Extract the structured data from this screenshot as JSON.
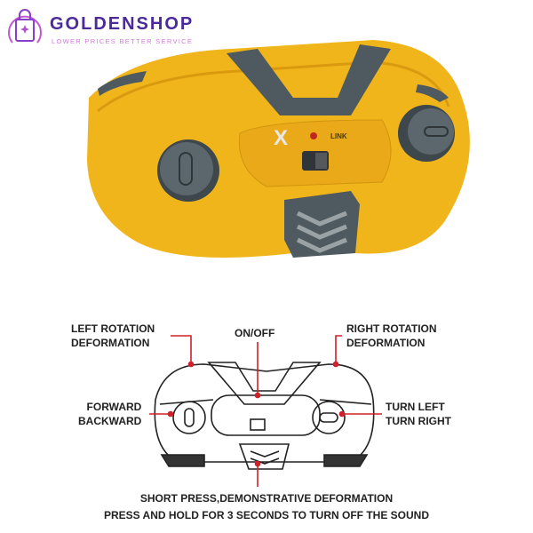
{
  "logo": {
    "brand": "GOLDENSHOP",
    "tagline": "LOWER PRICES BETTER SERVICE"
  },
  "product": {
    "badge_text": "X",
    "switch_label": "LINK"
  },
  "diagram": {
    "left_rotation": [
      "LEFT ROTATION",
      "DEFORMATION"
    ],
    "on_off": "ON/OFF",
    "right_rotation": [
      "RIGHT  ROTATION",
      "DEFORMATION"
    ],
    "forward_backward": [
      "FORWARD",
      "BACKWARD"
    ],
    "turn": [
      "TURN LEFT",
      "TURN RIGHT"
    ],
    "bottom": [
      "SHORT PRESS,DEMONSTRATIVE DEFORMATION",
      "PRESS AND HOLD FOR 3 SECONDS TO TURN OFF THE SOUND"
    ]
  },
  "colors": {
    "body": "#f1b51c",
    "grey": "#4e5a5f",
    "brand": "#4b2a9a",
    "pointer": "#d0202a"
  }
}
